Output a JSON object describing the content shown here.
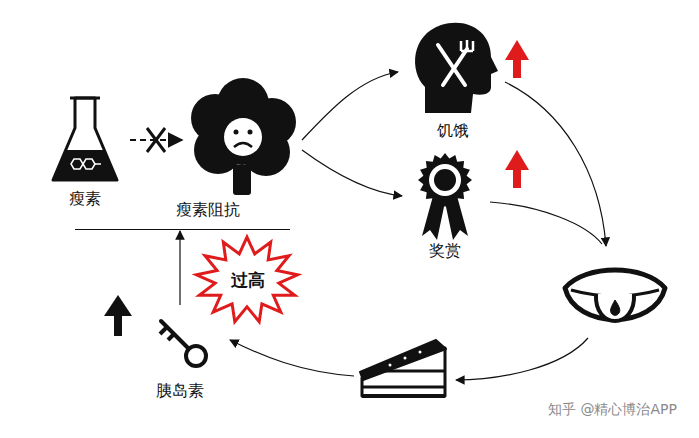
{
  "diagram": {
    "nodes": [
      {
        "text": [
          "瘦素"
        ]
      },
      {
        "text": [
          "瘦素阻抗"
        ]
      },
      {
        "text": [
          "饥饿"
        ]
      },
      {
        "text": [
          "奖赏"
        ]
      },
      {
        "text": [
          "过高"
        ]
      },
      {
        "text": [
          "胰岛素"
        ]
      }
    ],
    "edges": [
      {
        "from": 5,
        "to": 1,
        "arrow": "to"
      }
    ],
    "labels": [
      "知乎 @精心博治APP"
    ]
  }
}
